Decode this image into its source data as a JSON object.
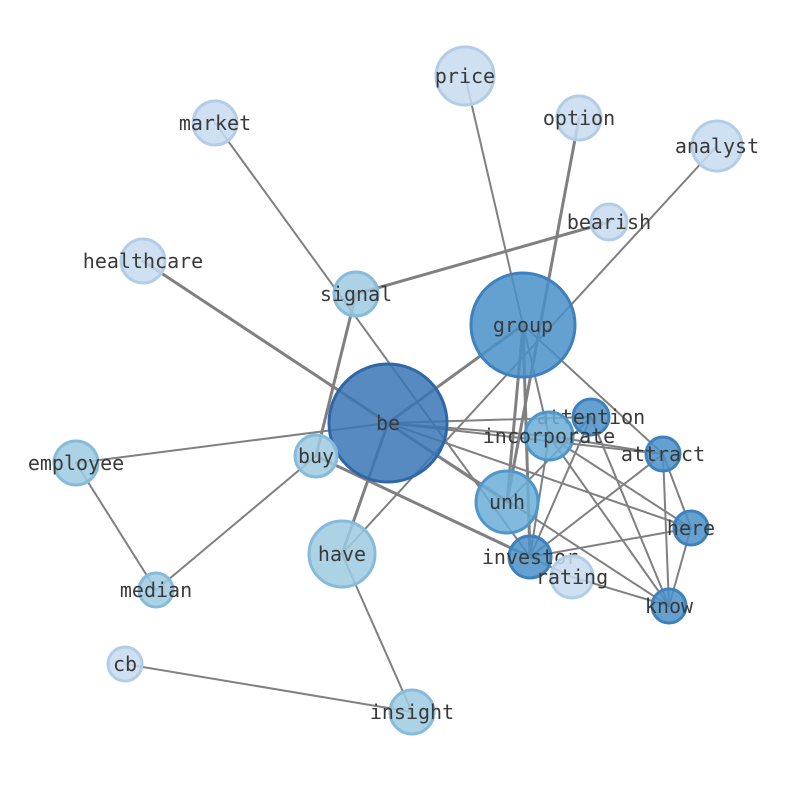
{
  "graph": {
    "nodes": [
      {
        "id": "price",
        "label": "price",
        "group": 0
      },
      {
        "id": "option",
        "label": "option",
        "group": 0
      },
      {
        "id": "market",
        "label": "market",
        "group": 0
      },
      {
        "id": "analyst",
        "label": "analyst",
        "group": 0
      },
      {
        "id": "bearish",
        "label": "bearish",
        "group": 0
      },
      {
        "id": "healthcare",
        "label": "healthcare",
        "group": 0
      },
      {
        "id": "signal",
        "label": "signal",
        "group": 1
      },
      {
        "id": "group",
        "label": "group",
        "group": 3
      },
      {
        "id": "attention",
        "label": "attention",
        "group": 3
      },
      {
        "id": "incorporate",
        "label": "incorporate",
        "group": 2
      },
      {
        "id": "attract",
        "label": "attract",
        "group": 3
      },
      {
        "id": "be",
        "label": "be",
        "group": 4
      },
      {
        "id": "buy",
        "label": "buy",
        "group": 1
      },
      {
        "id": "employee",
        "label": "employee",
        "group": 1
      },
      {
        "id": "unh",
        "label": "unh",
        "group": 2
      },
      {
        "id": "here",
        "label": "here",
        "group": 3
      },
      {
        "id": "have",
        "label": "have",
        "group": 1
      },
      {
        "id": "investor",
        "label": "investor",
        "group": 3
      },
      {
        "id": "rating",
        "label": "rating",
        "group": 0
      },
      {
        "id": "median",
        "label": "median",
        "group": 1
      },
      {
        "id": "know",
        "label": "know",
        "group": 3
      },
      {
        "id": "cb",
        "label": "cb",
        "group": 0
      },
      {
        "id": "insight",
        "label": "insight",
        "group": 1
      }
    ],
    "edges": [
      {
        "source": "price",
        "target": "group",
        "weight": 1
      },
      {
        "source": "option",
        "target": "unh",
        "weight": 2
      },
      {
        "source": "market",
        "target": "investor",
        "weight": 1
      },
      {
        "source": "analyst",
        "target": "have",
        "weight": 1
      },
      {
        "source": "bearish",
        "target": "signal",
        "weight": 2
      },
      {
        "source": "healthcare",
        "target": "be",
        "weight": 2
      },
      {
        "source": "signal",
        "target": "buy",
        "weight": 2
      },
      {
        "source": "group",
        "target": "be",
        "weight": 2
      },
      {
        "source": "group",
        "target": "unh",
        "weight": 2
      },
      {
        "source": "group",
        "target": "investor",
        "weight": 2
      },
      {
        "source": "group",
        "target": "incorporate",
        "weight": 1
      },
      {
        "source": "group",
        "target": "attract",
        "weight": 1
      },
      {
        "source": "be",
        "target": "employee",
        "weight": 1
      },
      {
        "source": "be",
        "target": "have",
        "weight": 2
      },
      {
        "source": "be",
        "target": "unh",
        "weight": 2
      },
      {
        "source": "be",
        "target": "attention",
        "weight": 1
      },
      {
        "source": "be",
        "target": "incorporate",
        "weight": 1
      },
      {
        "source": "be",
        "target": "attract",
        "weight": 1
      },
      {
        "source": "be",
        "target": "here",
        "weight": 1
      },
      {
        "source": "be",
        "target": "know",
        "weight": 1
      },
      {
        "source": "buy",
        "target": "median",
        "weight": 1
      },
      {
        "source": "buy",
        "target": "investor",
        "weight": 2
      },
      {
        "source": "employee",
        "target": "median",
        "weight": 1
      },
      {
        "source": "have",
        "target": "insight",
        "weight": 1
      },
      {
        "source": "cb",
        "target": "insight",
        "weight": 1
      },
      {
        "source": "unh",
        "target": "attention",
        "weight": 1
      },
      {
        "source": "investor",
        "target": "attention",
        "weight": 1
      },
      {
        "source": "investor",
        "target": "attract",
        "weight": 1
      },
      {
        "source": "investor",
        "target": "here",
        "weight": 1
      },
      {
        "source": "investor",
        "target": "incorporate",
        "weight": 1
      },
      {
        "source": "investor",
        "target": "rating",
        "weight": 1
      },
      {
        "source": "incorporate",
        "target": "attract",
        "weight": 1
      },
      {
        "source": "incorporate",
        "target": "here",
        "weight": 1
      },
      {
        "source": "incorporate",
        "target": "know",
        "weight": 1
      },
      {
        "source": "attention",
        "target": "know",
        "weight": 1
      },
      {
        "source": "attract",
        "target": "here",
        "weight": 1
      },
      {
        "source": "attract",
        "target": "know",
        "weight": 1
      },
      {
        "source": "here",
        "target": "know",
        "weight": 1
      },
      {
        "source": "rating",
        "target": "know",
        "weight": 1
      }
    ],
    "colors": {
      "edge": "#808080",
      "label": "#3a3a3a",
      "background": "#ffffff",
      "node_fills": [
        "#c6dbef",
        "#9ecae1",
        "#6baed6",
        "#4a90c8",
        "#3a75b5"
      ],
      "node_strokes": [
        "#b3cde6",
        "#86bbdb",
        "#4f96c9",
        "#3d81be",
        "#2f66a8"
      ]
    }
  }
}
